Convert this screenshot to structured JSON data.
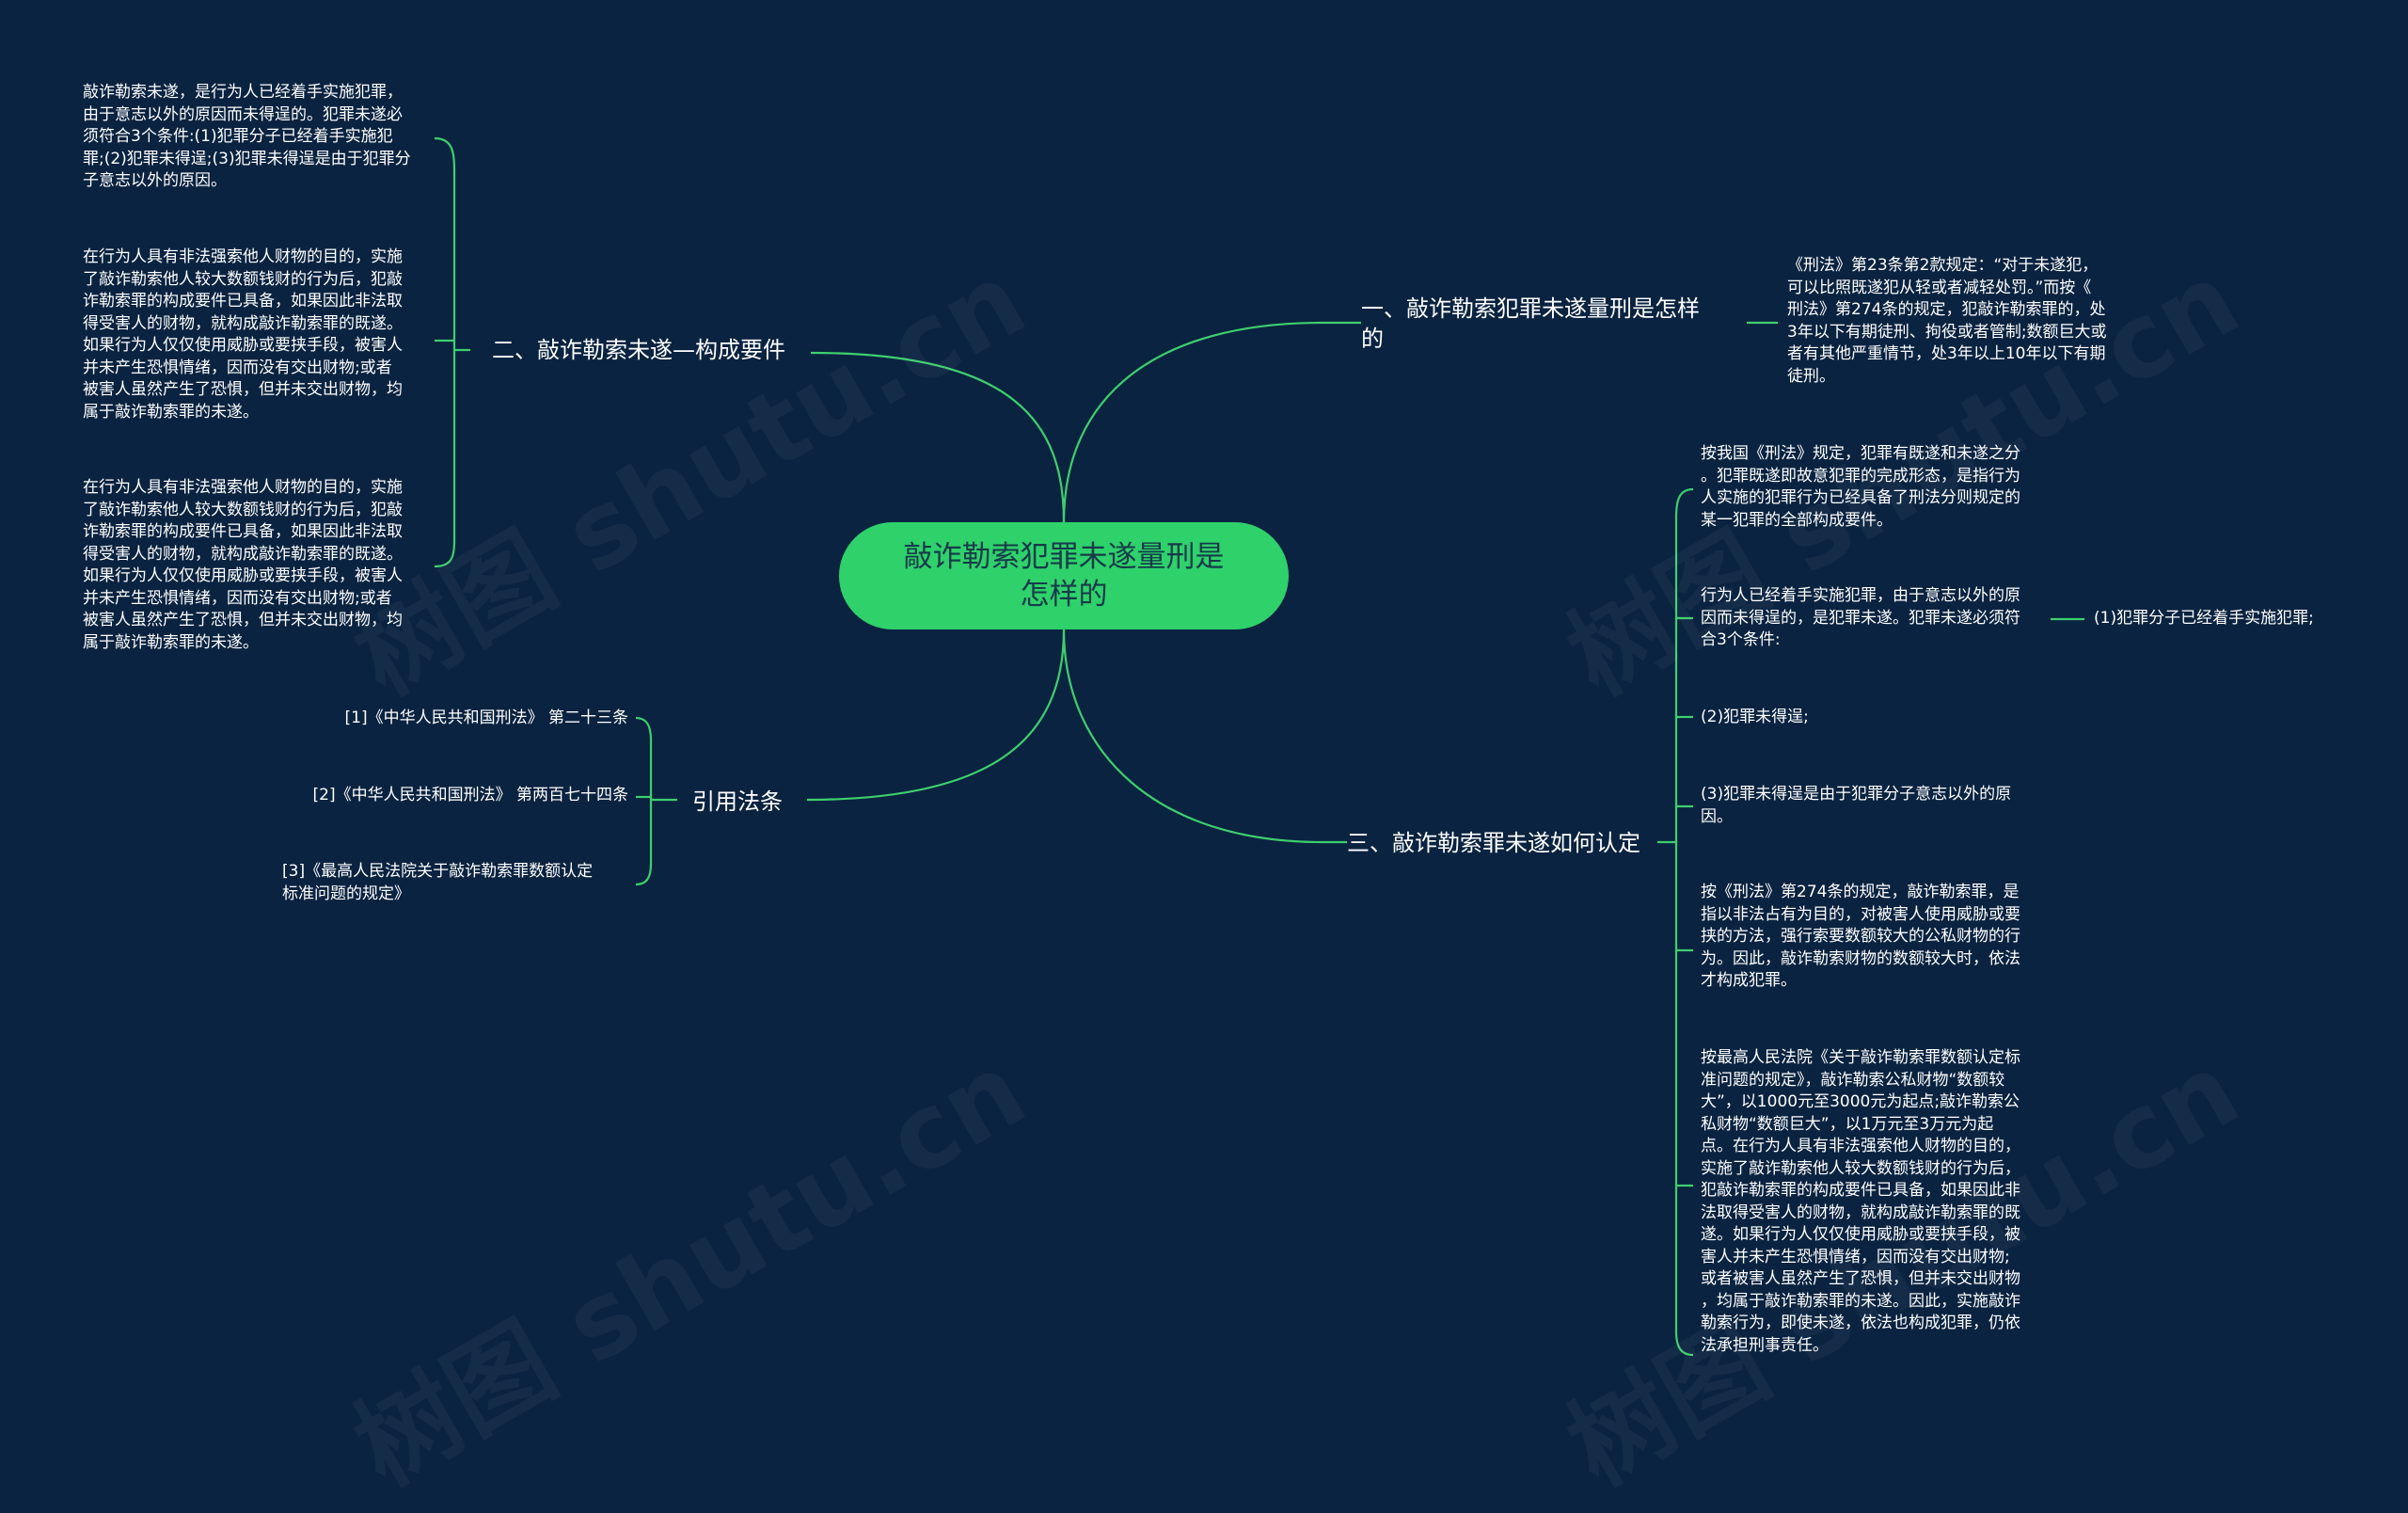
{
  "watermark": "树图 shutu.cn",
  "colors": {
    "background": "#0a2340",
    "line": "#3ecf6e",
    "root": "#2ed16a",
    "root_text": "#173a4a",
    "text": "#ffffff"
  },
  "root": {
    "label": "敲诈勒索犯罪未遂量刑是\n怎样的"
  },
  "branches": {
    "b1": {
      "label": "一、敲诈勒索犯罪未遂量刑是怎样\n的",
      "leaves": [
        "《刑法》第23条第2款规定：“对于未遂犯，\n可以比照既遂犯从轻或者减轻处罚。”而按《\n刑法》第274条的规定，犯敲诈勒索罪的，处\n3年以下有期徒刑、拘役或者管制;数额巨大或\n者有其他严重情节，处3年以上10年以下有期\n徒刑。"
      ]
    },
    "b2": {
      "label": "二、敲诈勒索未遂—构成要件",
      "leaves": [
        "敲诈勒索未遂，是行为人已经着手实施犯罪，\n由于意志以外的原因而未得逞的。犯罪未遂必\n须符合3个条件:(1)犯罪分子已经着手实施犯\n罪;(2)犯罪未得逞;(3)犯罪未得逞是由于犯罪分\n子意志以外的原因。",
        "在行为人具有非法强索他人财物的目的，实施\n了敲诈勒索他人较大数额钱财的行为后，犯敲\n诈勒索罪的构成要件已具备，如果因此非法取\n得受害人的财物，就构成敲诈勒索罪的既遂。\n如果行为人仅仅使用威胁或要挟手段，被害人\n并未产生恐惧情绪，因而没有交出财物;或者\n被害人虽然产生了恐惧，但并未交出财物，均\n属于敲诈勒索罪的未遂。",
        "在行为人具有非法强索他人财物的目的，实施\n了敲诈勒索他人较大数额钱财的行为后，犯敲\n诈勒索罪的构成要件已具备，如果因此非法取\n得受害人的财物，就构成敲诈勒索罪的既遂。\n如果行为人仅仅使用威胁或要挟手段，被害人\n并未产生恐惧情绪，因而没有交出财物;或者\n被害人虽然产生了恐惧，但并未交出财物，均\n属于敲诈勒索罪的未遂。"
      ]
    },
    "b3": {
      "label": "三、敲诈勒索罪未遂如何认定",
      "leaves": [
        "按我国《刑法》规定，犯罪有既遂和未遂之分\n。犯罪既遂即故意犯罪的完成形态，是指行为\n人实施的犯罪行为已经具备了刑法分则规定的\n某一犯罪的全部构成要件。",
        "行为人已经着手实施犯罪，由于意志以外的原\n因而未得逞的，是犯罪未遂。犯罪未遂必须符\n合3个条件:",
        "(2)犯罪未得逞;",
        "(3)犯罪未得逞是由于犯罪分子意志以外的原\n因。",
        "按《刑法》第274条的规定，敲诈勒索罪，是\n指以非法占有为目的，对被害人使用威胁或要\n挟的方法，强行索要数额较大的公私财物的行\n为。因此，敲诈勒索财物的数额较大时，依法\n才构成犯罪。",
        "按最高人民法院《关于敲诈勒索罪数额认定标\n准问题的规定》，敲诈勒索公私财物“数额较\n大”，以1000元至3000元为起点;敲诈勒索公\n私财物“数额巨大”，以1万元至3万元为起\n点。在行为人具有非法强索他人财物的目的，\n实施了敲诈勒索他人较大数额钱财的行为后，\n犯敲诈勒索罪的构成要件已具备，如果因此非\n法取得受害人的财物，就构成敲诈勒索罪的既\n遂。如果行为人仅仅使用威胁或要挟手段，被\n害人并未产生恐惧情绪，因而没有交出财物;\n或者被害人虽然产生了恐惧，但并未交出财物\n，均属于敲诈勒索罪的未遂。因此，实施敲诈\n勒索行为，即使未遂，依法也构成犯罪，仍依\n法承担刑事责任。"
      ],
      "sub_leaf": "(1)犯罪分子已经着手实施犯罪;"
    },
    "b4": {
      "label": "引用法条",
      "leaves": [
        "[1]《中华人民共和国刑法》 第二十三条",
        "[2]《中华人民共和国刑法》 第两百七十四条",
        "[3]《最高人民法院关于敲诈勒索罪数额认定\n标准问题的规定》"
      ]
    }
  }
}
